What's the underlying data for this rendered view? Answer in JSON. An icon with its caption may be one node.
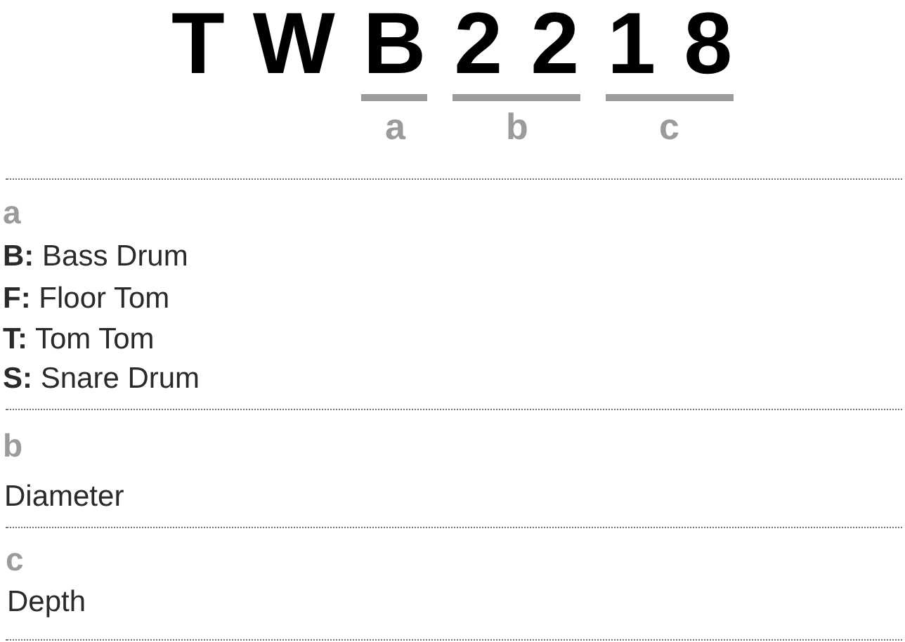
{
  "diagram": {
    "labels": [
      "TWB2218",
      "a",
      "b",
      "c",
      "a",
      "**B:** Bass Drum",
      "**F:** Floor Tom",
      "**T:** Tom Tom",
      "**S:** Snare Drum",
      "b",
      "Diameter",
      "c",
      "Depth"
    ]
  }
}
